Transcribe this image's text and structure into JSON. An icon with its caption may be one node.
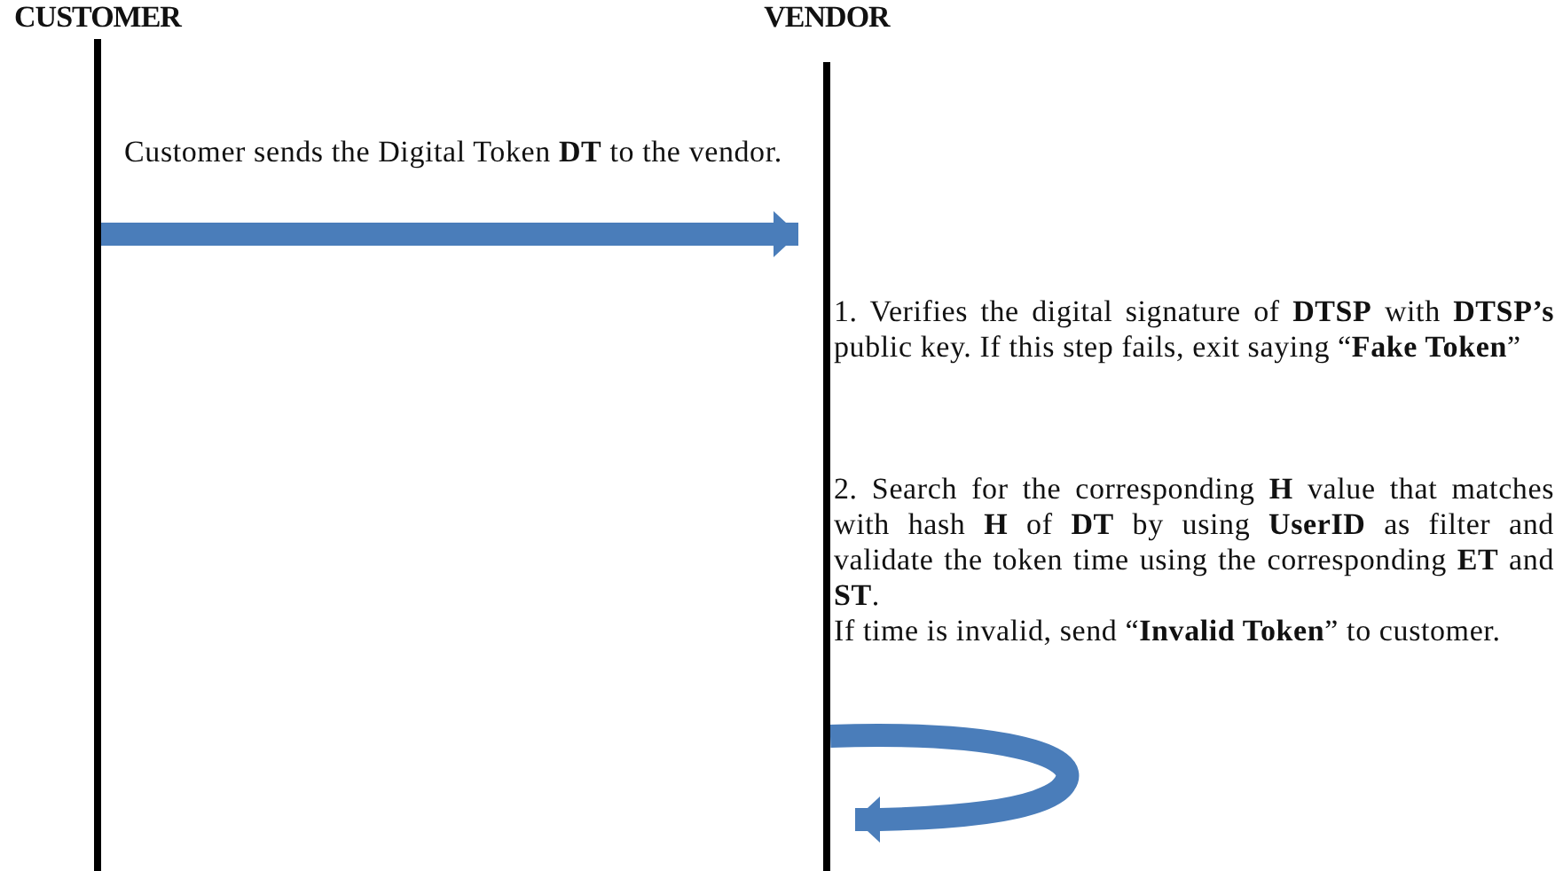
{
  "diagram": {
    "nodes": [
      {
        "text": [
          "CUSTOMER"
        ]
      },
      {
        "text": [
          "VENDOR"
        ]
      }
    ],
    "edges": [
      {
        "from": 0,
        "to": 1,
        "arrow": "to",
        "label": "Customer sends the Digital Token **DT** to the vendor."
      },
      {
        "from": 1,
        "to": 1,
        "arrow": "to"
      }
    ],
    "labels": [
      "1. Verifies the digital signature of **DTSP** with **DTSP’s** public key. If this step fails, exit saying “**Fake Token**”",
      "2. Search for the corresponding **H** value that matches with hash **H** of **DT** by using **UserID** as filter and  validate the token time using the corresponding **ET** and **ST**.",
      "If time is invalid, send “**Invalid Token**” to customer."
    ]
  }
}
